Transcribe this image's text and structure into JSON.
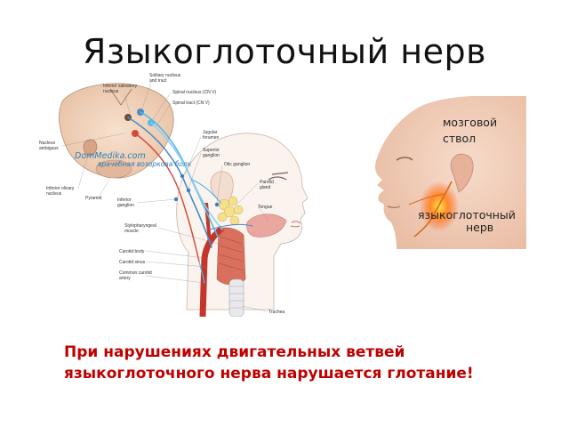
{
  "slide": {
    "title": "Языкоглоточный нерв",
    "caption_line1": "При нарушениях  двигательных ветвей",
    "caption_line2": "языкоглоточного нерва нарушается глотание!"
  },
  "left_figure": {
    "watermark_line1": "DomMedika.com",
    "watermark_line2": "врачебная возоркова болк",
    "labels": {
      "inferior_salivatory": [
        "Inferior salivatory",
        "nucleus"
      ],
      "solitary": [
        "Solitary nucleus",
        "and tract"
      ],
      "spinal_nucleus": "Spinal nucleus (CN V)",
      "spinal_tract": "Spinal tract (CN V)",
      "nucleus_ambiguus": [
        "Nucleus",
        "ambiguus"
      ],
      "inferior_olivary": [
        "Inferior olivary",
        "nucleus"
      ],
      "pyramid": "Pyramid",
      "jugular_foramen": [
        "Jugular",
        "foramen"
      ],
      "superior_ganglion": [
        "Superior",
        "ganglion"
      ],
      "otic_ganglion": "Otic ganglion",
      "parotid_gland": [
        "Parotid",
        "gland"
      ],
      "inferior_ganglion": [
        "Inferior",
        "ganglion"
      ],
      "tongue": "Tongue",
      "stylopharyngeal": [
        "Stylopharyngeal",
        "muscle"
      ],
      "carotid_body": "Carotid body",
      "carotid_sinus": "Carotid sinus",
      "common_carotid": [
        "Common carotid",
        "artery"
      ],
      "trachea": "Trachea"
    }
  },
  "right_figure": {
    "label_brainstem_1": "мозговой",
    "label_brainstem_2": "ствол",
    "label_nerve_1": "языкоглоточный",
    "label_nerve_2": "нерв"
  },
  "colors": {
    "caption": "#c00000",
    "nerve": "#56b8e6",
    "skin": "#f2d2c0",
    "muscle": "#d9705e",
    "highlight": "#ff6a2a"
  }
}
